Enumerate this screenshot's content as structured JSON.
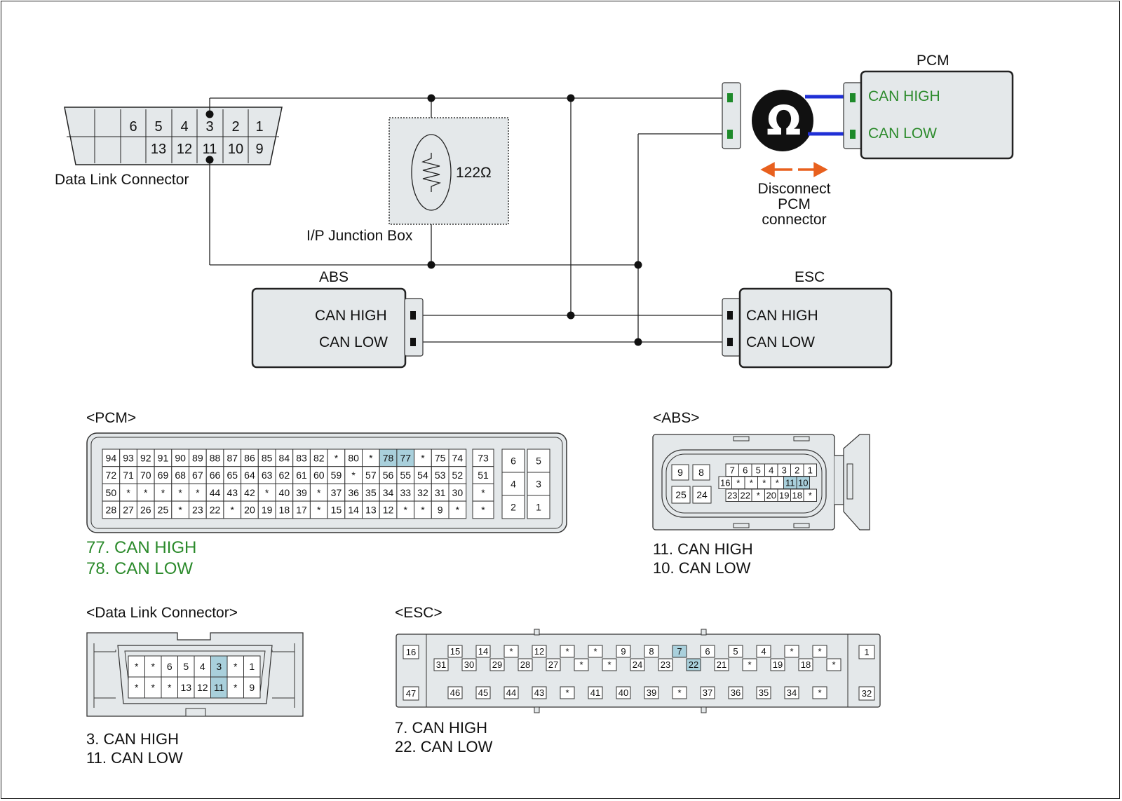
{
  "schematic": {
    "dlc_label": "Data Link Connector",
    "dlc_top_pins": [
      "",
      "",
      "6",
      "5",
      "4",
      "3",
      "2",
      "1"
    ],
    "dlc_bottom_pins": [
      "",
      "",
      "",
      "13",
      "12",
      "11",
      "10",
      "9"
    ],
    "junction_box_label": "I/P Junction Box",
    "resistor_value": "122Ω",
    "pcm": {
      "title": "PCM",
      "can_high": "CAN HIGH",
      "can_low": "CAN LOW"
    },
    "disconnect_note": [
      "Disconnect",
      "PCM",
      "connector"
    ],
    "abs": {
      "title": "ABS",
      "can_high": "CAN HIGH",
      "can_low": "CAN LOW"
    },
    "esc": {
      "title": "ESC",
      "can_high": "CAN HIGH",
      "can_low": "CAN LOW"
    },
    "meter_symbol": "Ω"
  },
  "colors": {
    "box_fill": "#e4e8ea",
    "highlight": "#a9d0dc",
    "wire_blue": "#1f2fd6",
    "terminal_green": "#1e8a2a",
    "arrow_orange": "#e8601e",
    "text_green": "#2b8a2b"
  },
  "pcm_connector": {
    "title": "<PCM>",
    "rows": [
      [
        "94",
        "93",
        "92",
        "91",
        "90",
        "89",
        "88",
        "87",
        "86",
        "85",
        "84",
        "83",
        "82",
        "*",
        "80",
        "*",
        "78",
        "77",
        "*",
        "75",
        "74"
      ],
      [
        "72",
        "71",
        "70",
        "69",
        "68",
        "67",
        "66",
        "65",
        "64",
        "63",
        "62",
        "61",
        "60",
        "59",
        "*",
        "57",
        "56",
        "55",
        "54",
        "53",
        "52"
      ],
      [
        "50",
        "*",
        "*",
        "*",
        "*",
        "*",
        "44",
        "43",
        "42",
        "*",
        "40",
        "39",
        "*",
        "37",
        "36",
        "35",
        "34",
        "33",
        "32",
        "31",
        "30"
      ],
      [
        "28",
        "27",
        "26",
        "25",
        "*",
        "23",
        "22",
        "*",
        "20",
        "19",
        "18",
        "17",
        "*",
        "15",
        "14",
        "13",
        "12",
        "*",
        "*",
        "9",
        "*"
      ]
    ],
    "side_col": [
      "73",
      "51",
      "*",
      "*"
    ],
    "block_left": [
      "6",
      "4",
      "2"
    ],
    "block_right": [
      "5",
      "3",
      "1"
    ],
    "highlighted": [
      "78",
      "77"
    ],
    "legend": [
      "77. CAN HIGH",
      "78. CAN LOW"
    ]
  },
  "abs_connector": {
    "title": "<ABS>",
    "left_pins": [
      [
        "9",
        "8"
      ],
      [
        "25",
        "24"
      ]
    ],
    "row1": [
      "7",
      "6",
      "5",
      "4",
      "3",
      "2",
      "1"
    ],
    "row2": [
      "16",
      "*",
      "*",
      "*",
      "*",
      "11",
      "10"
    ],
    "row3": [
      "23",
      "22",
      "*",
      "20",
      "19",
      "18",
      "*"
    ],
    "highlighted": [
      "11",
      "10"
    ],
    "legend": [
      "11. CAN HIGH",
      "10. CAN LOW"
    ]
  },
  "dlc_connector": {
    "title": "<Data Link Connector>",
    "row1": [
      "*",
      "*",
      "6",
      "5",
      "4",
      "3",
      "*",
      "1"
    ],
    "row2": [
      "*",
      "*",
      "*",
      "13",
      "12",
      "11",
      "*",
      "9"
    ],
    "highlighted": [
      "3",
      "11"
    ],
    "legend": [
      "3. CAN HIGH",
      "11. CAN LOW"
    ]
  },
  "esc_connector": {
    "title": "<ESC>",
    "left_pins": [
      "16",
      "47"
    ],
    "right_pins": [
      "1",
      "32"
    ],
    "row1": [
      "15",
      "14",
      "*",
      "12",
      "*",
      "*",
      "9",
      "8",
      "7",
      "6",
      "5",
      "4",
      "*",
      "*"
    ],
    "row2": [
      "31",
      "30",
      "29",
      "28",
      "27",
      "*",
      "*",
      "24",
      "23",
      "22",
      "21",
      "*",
      "19",
      "18",
      "*"
    ],
    "row3": [
      "46",
      "45",
      "44",
      "43",
      "*",
      "41",
      "40",
      "39",
      "*",
      "37",
      "36",
      "35",
      "34",
      "*"
    ],
    "highlighted": [
      "7",
      "22"
    ],
    "legend": [
      "7. CAN HIGH",
      "22. CAN LOW"
    ]
  }
}
